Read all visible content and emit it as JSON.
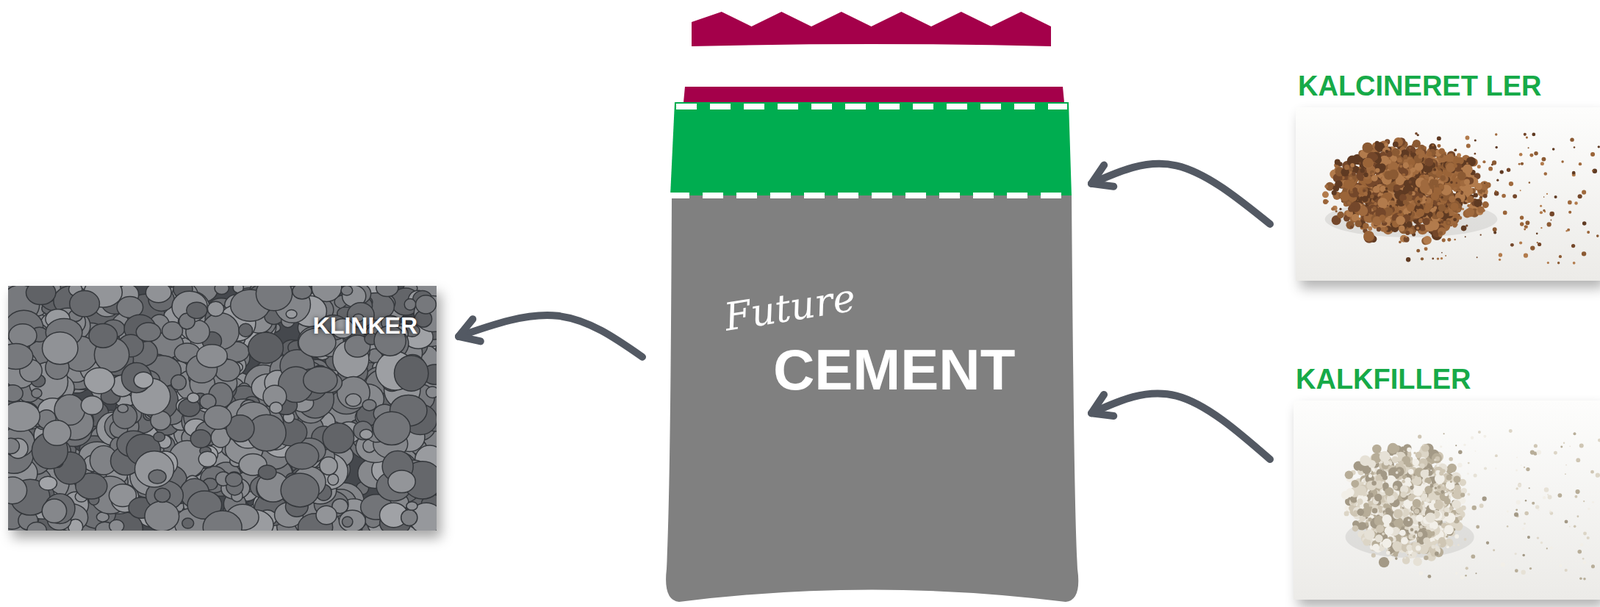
{
  "diagram": {
    "nodes": [
      {
        "text": [
          "KLINKER"
        ]
      },
      {
        "text": [
          "Future",
          "CEMENT"
        ]
      },
      {
        "text": [
          "KALCINERET LER"
        ]
      },
      {
        "text": [
          "KALKFILLER"
        ]
      }
    ],
    "edges": [
      {
        "from": 1,
        "to": 0,
        "arrow": "to"
      },
      {
        "from": 2,
        "to": 1,
        "arrow": "to"
      },
      {
        "from": 3,
        "to": 1,
        "arrow": "to"
      }
    ]
  }
}
